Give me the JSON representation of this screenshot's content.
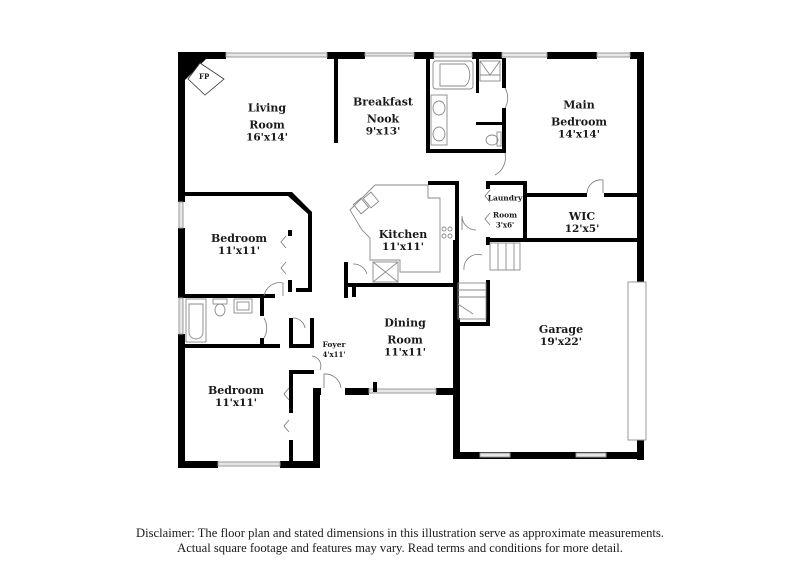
{
  "floor_plan": {
    "rooms": [
      {
        "id": "living-room",
        "name_line1": "Living",
        "name_line2": "Room",
        "dimensions": "16'x14'"
      },
      {
        "id": "breakfast-nook",
        "name_line1": "Breakfast",
        "name_line2": "Nook",
        "dimensions": "9'x13'"
      },
      {
        "id": "main-bedroom",
        "name_line1": "Main",
        "name_line2": "Bedroom",
        "dimensions": "14'x14'"
      },
      {
        "id": "kitchen",
        "name_line1": "Kitchen",
        "dimensions": "11'x11'"
      },
      {
        "id": "laundry-room",
        "name_line1": "Laundry",
        "name_line2": "Room",
        "dimensions": "3'x6'"
      },
      {
        "id": "wic",
        "name_line1": "WIC",
        "dimensions": "12'x5'"
      },
      {
        "id": "bedroom-1",
        "name_line1": "Bedroom",
        "dimensions": "11'x11'"
      },
      {
        "id": "foyer",
        "name_line1": "Foyer",
        "dimensions": "4'x11'"
      },
      {
        "id": "dining-room",
        "name_line1": "Dining",
        "name_line2": "Room",
        "dimensions": "11'x11'"
      },
      {
        "id": "garage",
        "name_line1": "Garage",
        "dimensions": "19'x22'"
      },
      {
        "id": "bedroom-2",
        "name_line1": "Bedroom",
        "dimensions": "11'x11'"
      }
    ],
    "fireplace_label": "FP",
    "colors": {
      "wall": "#000000",
      "window": "#bdbdbd",
      "fixture": "#9e9e9e",
      "background": "#ffffff"
    }
  },
  "disclaimer": {
    "line1": "Disclaimer: The floor plan and stated dimensions in this illustration serve as approximate measurements.",
    "line2": "Actual square footage and features may vary. Read terms and conditions for more detail."
  }
}
